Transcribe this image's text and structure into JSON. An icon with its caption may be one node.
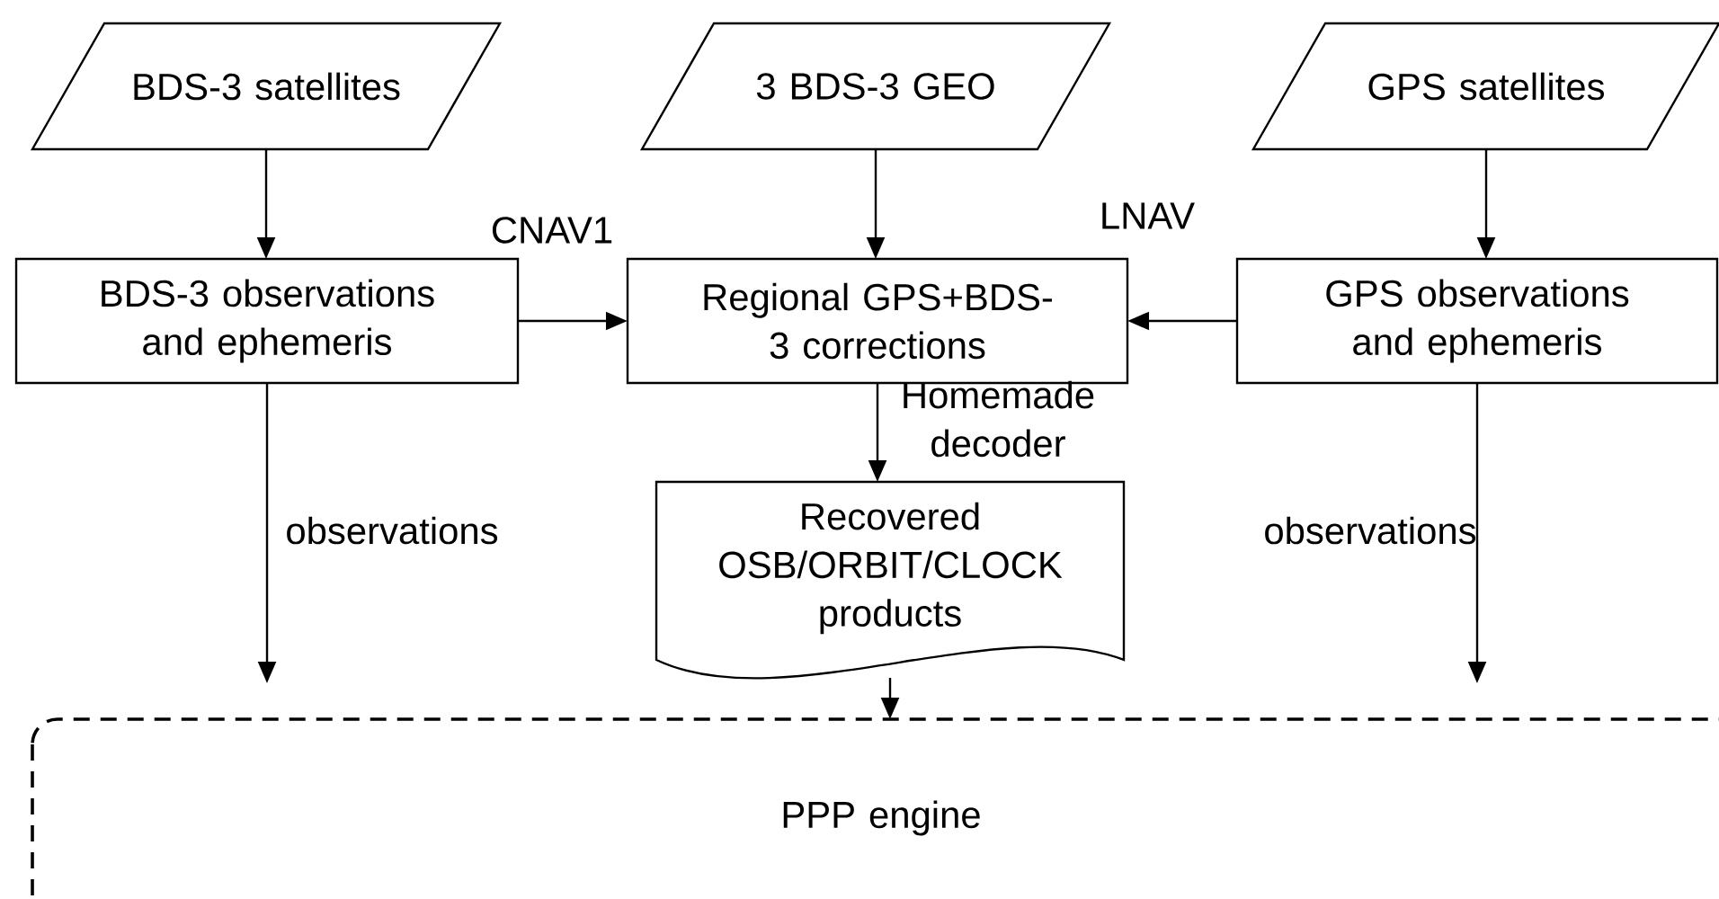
{
  "diagram": {
    "nodes": [
      {
        "text": [
          "BDS-3 satellites"
        ]
      },
      {
        "text": [
          "3 BDS-3 GEO"
        ]
      },
      {
        "text": [
          "GPS satellites"
        ]
      },
      {
        "text": [
          "BDS-3 observations and ephemeris"
        ]
      },
      {
        "text": [
          "Regional GPS+BDS-3 corrections"
        ]
      },
      {
        "text": [
          "GPS observations and ephemeris"
        ]
      },
      {
        "text": [
          "Recovered OSB/ORBIT/CLOCK products"
        ]
      },
      {
        "text": [
          "PPP engine"
        ]
      }
    ],
    "edges": [
      {
        "from": 0,
        "to": 3,
        "arrow": "to"
      },
      {
        "from": 1,
        "to": 4,
        "arrow": "to"
      },
      {
        "from": 2,
        "to": 5,
        "arrow": "to"
      },
      {
        "from": 3,
        "to": 4,
        "arrow": "to",
        "label": "CNAV1"
      },
      {
        "from": 5,
        "to": 4,
        "arrow": "to",
        "label": "LNAV"
      },
      {
        "from": 4,
        "to": 6,
        "arrow": "to",
        "label": "Homemade decoder"
      },
      {
        "from": 3,
        "to": 7,
        "arrow": "to",
        "label": "observations"
      },
      {
        "from": 6,
        "to": 7,
        "arrow": "to"
      },
      {
        "from": 5,
        "to": 7,
        "arrow": "to",
        "label": "observations"
      }
    ]
  }
}
